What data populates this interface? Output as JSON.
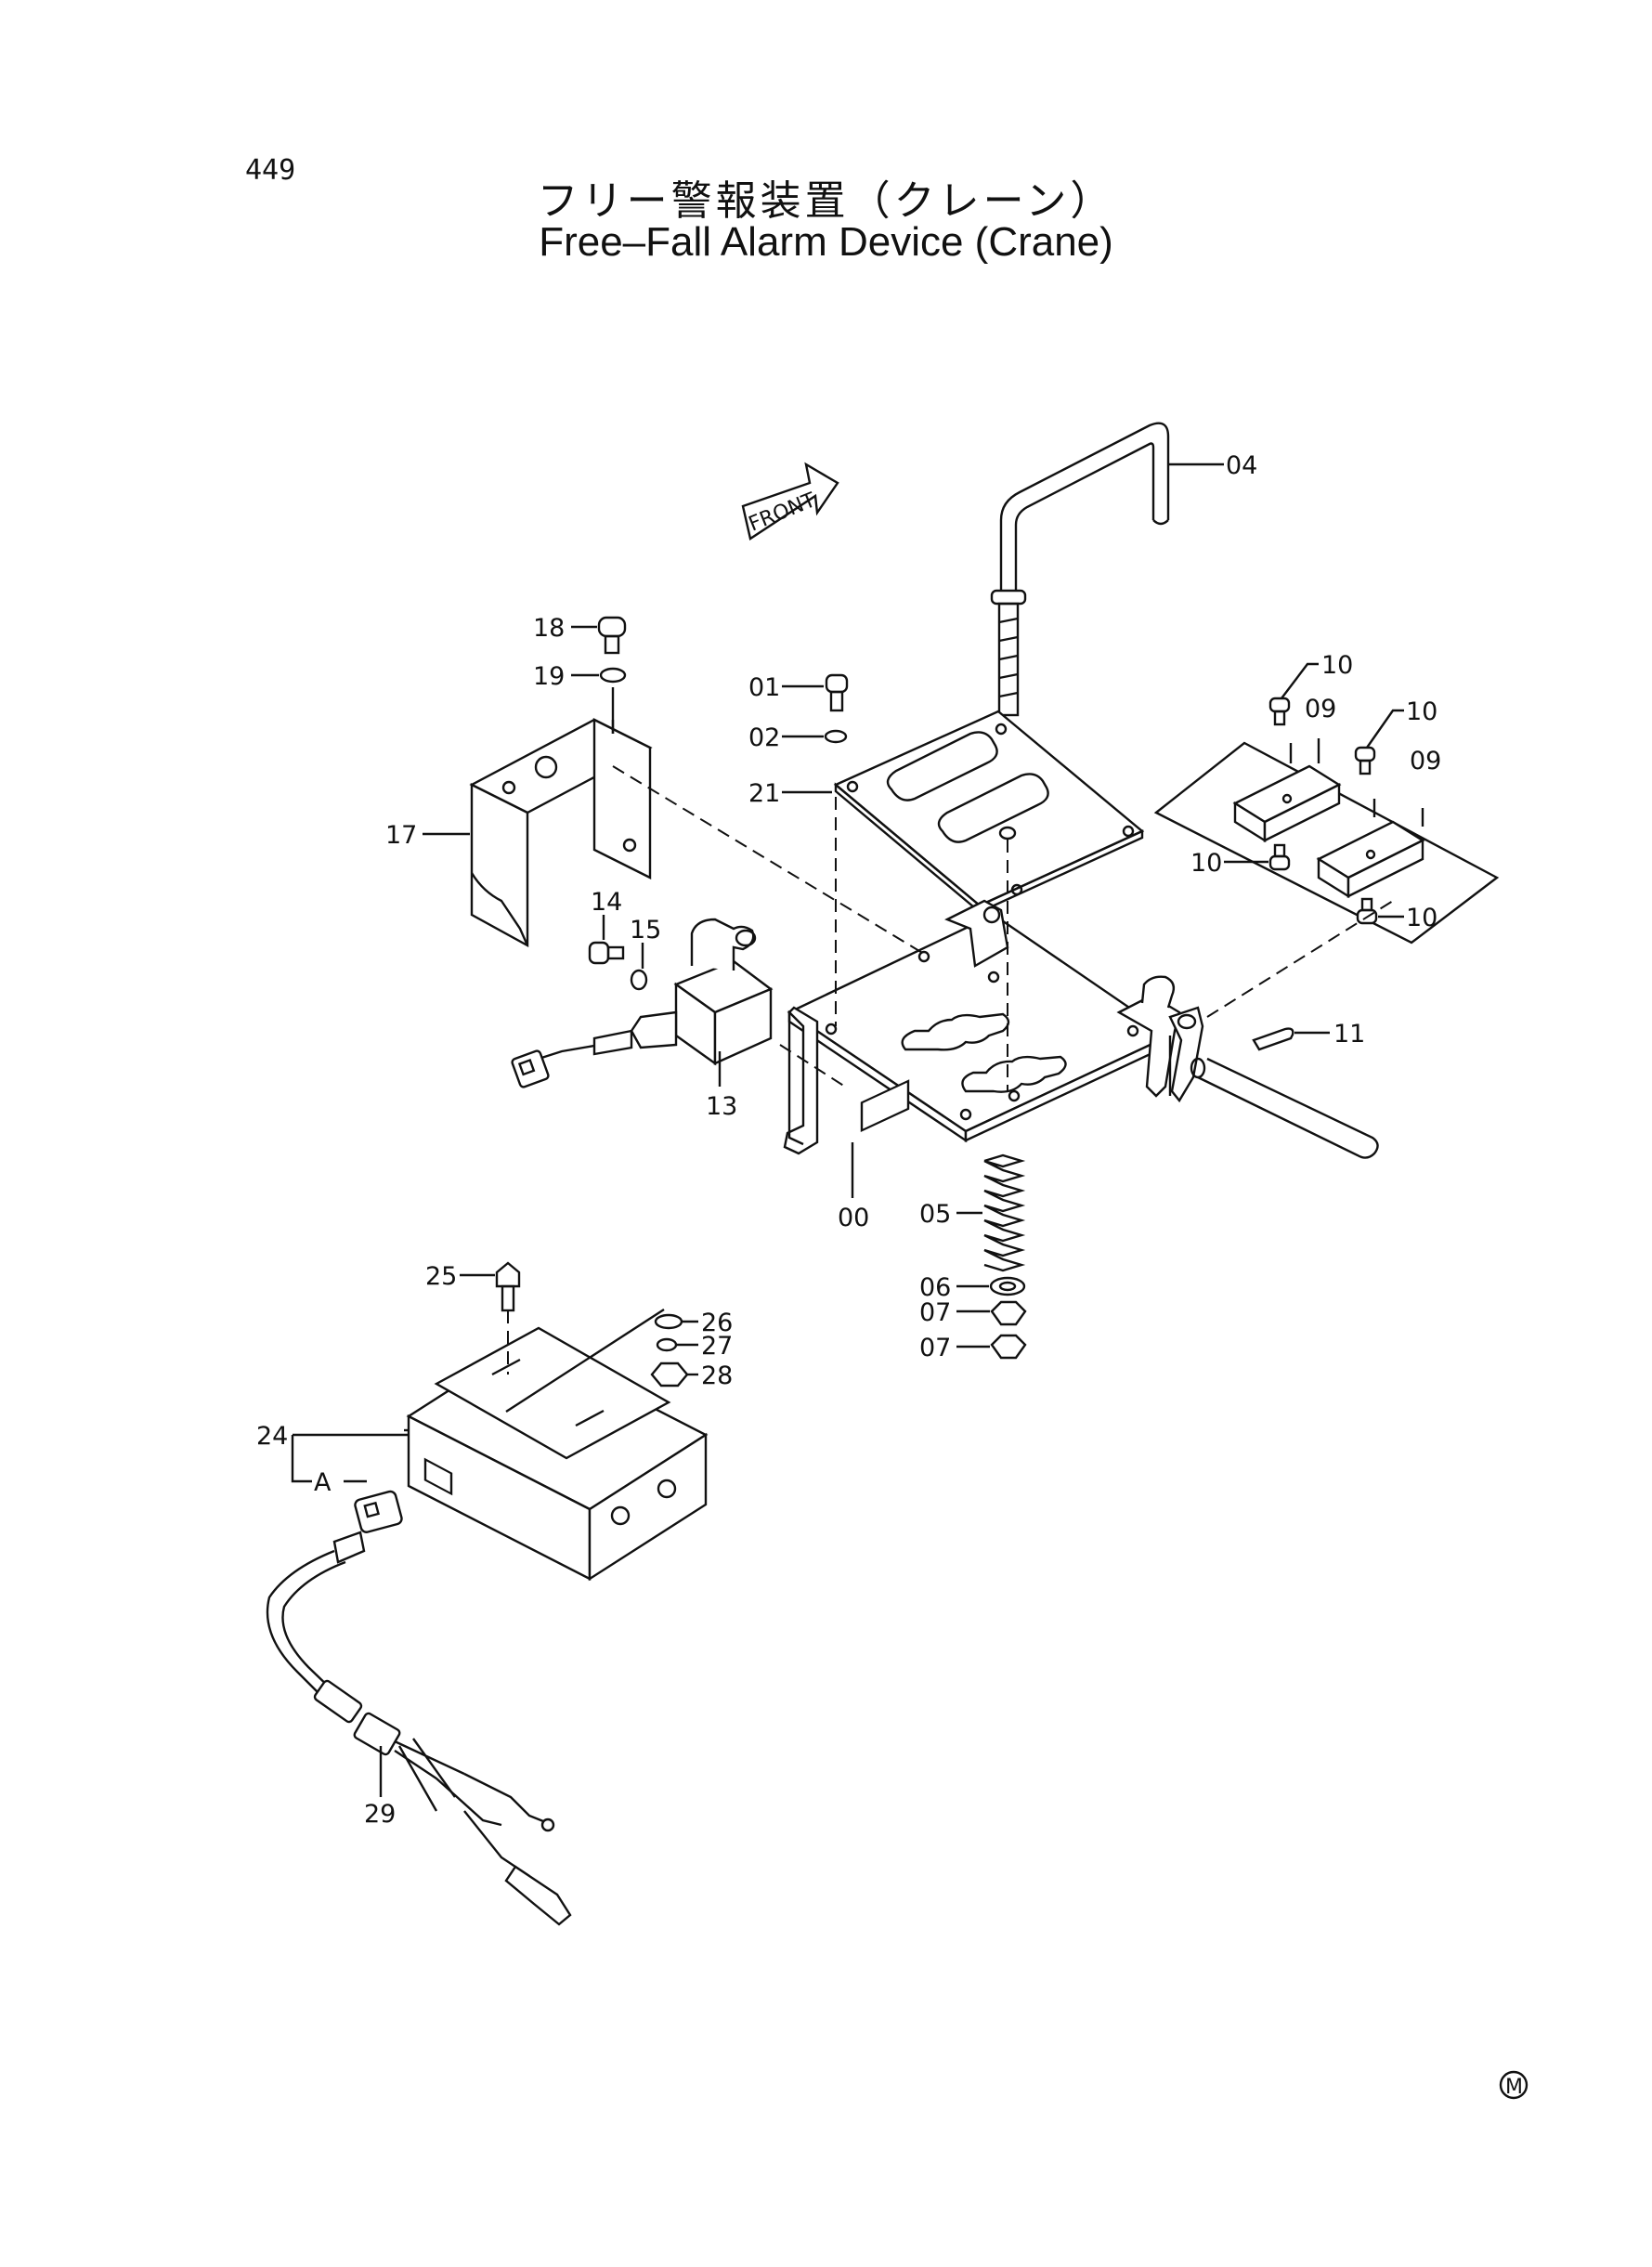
{
  "page_number": "449",
  "title_ja": "フリー警報装置（クレーン）",
  "title_en": "Free–Fall Alarm Device (Crane)",
  "front_label": "FRONT",
  "mark_symbol": "M",
  "callouts": {
    "p00": "00",
    "p01": "01",
    "p02": "02",
    "p04": "04",
    "p05": "05",
    "p06": "06",
    "p07a": "07",
    "p07b": "07",
    "p09a": "09",
    "p09b": "09",
    "p10a": "10",
    "p10b": "10",
    "p10c": "10",
    "p10d": "10",
    "p11": "11",
    "p13": "13",
    "p14": "14",
    "p15": "15",
    "p17": "17",
    "p18": "18",
    "p19": "19",
    "p21": "21",
    "p24": "24",
    "p25": "25",
    "p26": "26",
    "p27": "27",
    "p28": "28",
    "p29": "29",
    "pA": "A"
  }
}
